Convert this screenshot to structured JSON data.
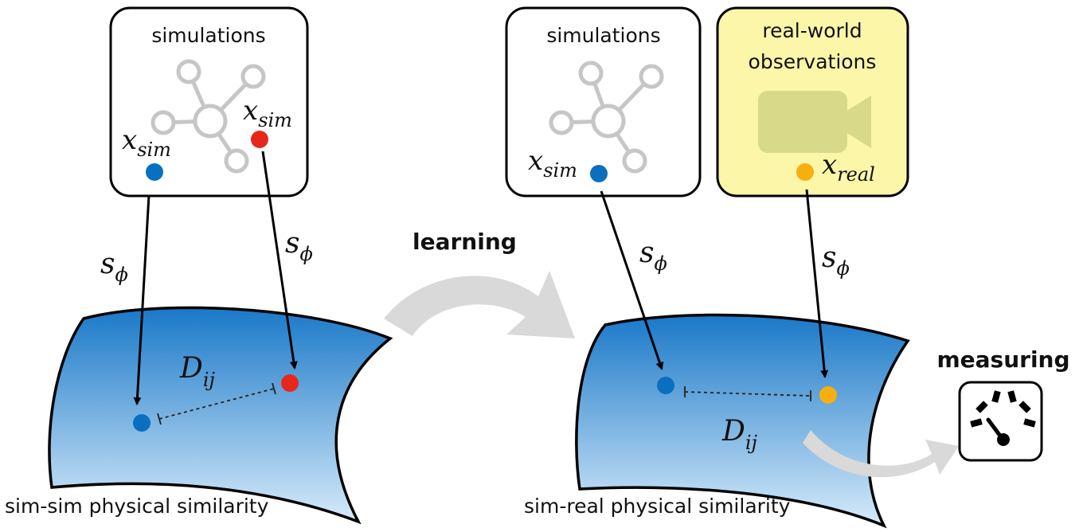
{
  "left_panel": {
    "box_title": "simulations",
    "point_label_blue": {
      "base": "x",
      "sub": "sim"
    },
    "point_label_red": {
      "base": "x",
      "sub": "sim"
    },
    "arrow_label_1": {
      "base": "s",
      "sub": "ϕ"
    },
    "arrow_label_2": {
      "base": "s",
      "sub": "ϕ"
    },
    "distance_label": {
      "base": "D",
      "sub": "ij"
    },
    "caption": "sim-sim physical similarity"
  },
  "transition_label": "learning",
  "right_panel": {
    "sim_box_title": "simulations",
    "real_box_title_line1": "real-world",
    "real_box_title_line2": "observations",
    "point_label_sim": {
      "base": "x",
      "sub": "sim"
    },
    "point_label_real": {
      "base": "x",
      "sub": "real"
    },
    "arrow_label_1": {
      "base": "s",
      "sub": "ϕ"
    },
    "arrow_label_2": {
      "base": "s",
      "sub": "ϕ"
    },
    "distance_label": {
      "base": "D",
      "sub": "ij"
    },
    "caption": "sim-real physical similarity"
  },
  "measuring_label": "measuring",
  "icons": [
    "graph-network-icon",
    "video-camera-icon",
    "gauge-meter-icon"
  ],
  "colors": {
    "point_blue": "#0b6fbf",
    "point_red": "#e8271c",
    "point_orange": "#f5b00f",
    "manifold_top": "#1a78c8",
    "manifold_bottom": "#d6ebfa",
    "real_box_fill": "#fbf6a8",
    "graph_gray": "#c6c6c6",
    "arrow_gray": "#d9d9d9"
  }
}
